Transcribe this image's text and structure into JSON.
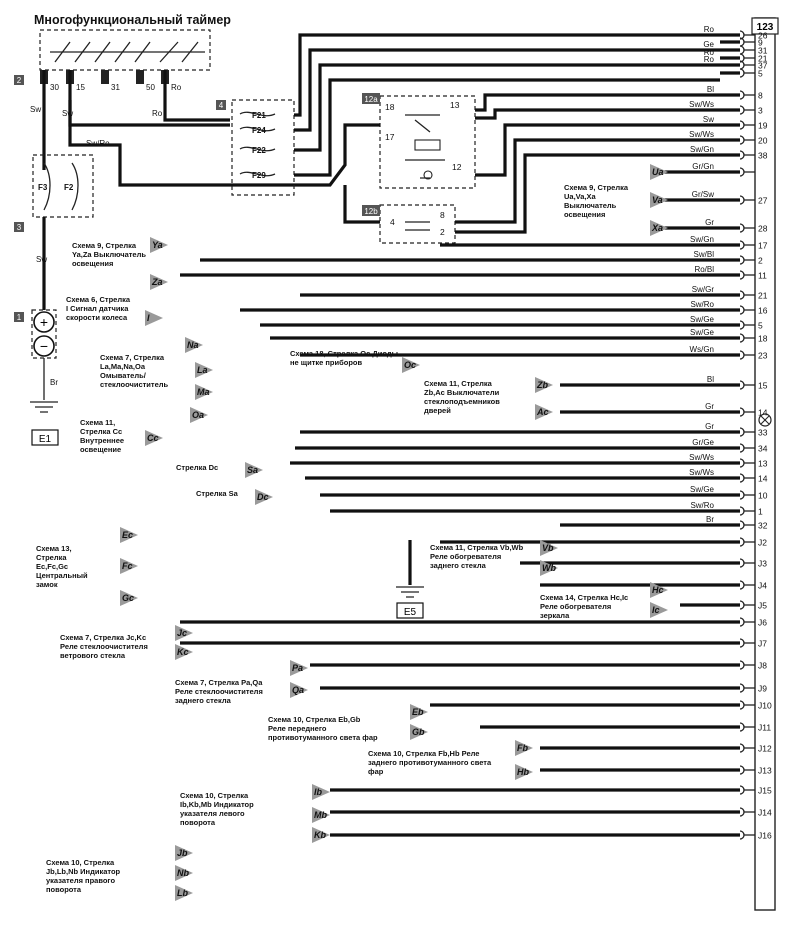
{
  "title": "Многофункциональный таймер",
  "connector_id": "123",
  "timer_terminals": [
    "30",
    "15",
    "31",
    "50",
    "Ro"
  ],
  "fuses": [
    "F21",
    "F24",
    "F22",
    "F29",
    "F3",
    "F2"
  ],
  "relay_top": {
    "id": "12a",
    "pins": [
      "18",
      "13",
      "17",
      "12"
    ]
  },
  "relay_bottom": {
    "id": "12b",
    "pins": [
      "4",
      "8",
      "2"
    ]
  },
  "blocks": [
    "2",
    "4",
    "3",
    "1"
  ],
  "grounds": [
    "E1",
    "E5"
  ],
  "battery_wire": "Br",
  "left_wires": {
    "sw1": "Sw",
    "sw2": "Sw",
    "swro": "Sw/Ro",
    "sw3": "Sw",
    "ro": "Ro"
  },
  "wires": [
    {
      "color": "Ro",
      "pin": "26"
    },
    {
      "color": "",
      "pin": "9"
    },
    {
      "color": "Ge",
      "pin": "31"
    },
    {
      "color": "Ro",
      "pin": "21"
    },
    {
      "color": "Ro",
      "pin": "37"
    },
    {
      "color": "",
      "pin": "5"
    },
    {
      "color": "Bl",
      "pin": "8"
    },
    {
      "color": "Sw/Ws",
      "pin": "3"
    },
    {
      "color": "Sw",
      "pin": "19"
    },
    {
      "color": "Sw/Ws",
      "pin": "20"
    },
    {
      "color": "Sw/Gn",
      "pin": "38"
    },
    {
      "color": "Gr/Gn",
      "pin": ""
    },
    {
      "color": "Gr/Sw",
      "pin": "27"
    },
    {
      "color": "Gr",
      "pin": "28"
    },
    {
      "color": "Sw/Gn",
      "pin": "17"
    },
    {
      "color": "Sw/Bl",
      "pin": "2"
    },
    {
      "color": "Ro/Bl",
      "pin": "11"
    },
    {
      "color": "Sw/Gr",
      "pin": "21"
    },
    {
      "color": "Sw/Ro",
      "pin": "16"
    },
    {
      "color": "Sw/Ge",
      "pin": "5"
    },
    {
      "color": "Sw/Ge",
      "pin": "18"
    },
    {
      "color": "Ws/Gn",
      "pin": "23"
    },
    {
      "color": "Bl",
      "pin": "15"
    },
    {
      "color": "Gr",
      "pin": "14"
    },
    {
      "color": "Gr",
      "pin": "33"
    },
    {
      "color": "Gr/Ge",
      "pin": "34"
    },
    {
      "color": "Sw/Ws",
      "pin": "13"
    },
    {
      "color": "Sw/Ws",
      "pin": "14"
    },
    {
      "color": "Sw/Ge",
      "pin": "10"
    },
    {
      "color": "Sw/Ro",
      "pin": "1"
    },
    {
      "color": "Br",
      "pin": "32"
    },
    {
      "color": "",
      "pin": "J2"
    },
    {
      "color": "",
      "pin": "J3"
    },
    {
      "color": "",
      "pin": "J4"
    },
    {
      "color": "",
      "pin": "J5"
    },
    {
      "color": "",
      "pin": "J6"
    },
    {
      "color": "",
      "pin": "J7"
    },
    {
      "color": "",
      "pin": "J8"
    },
    {
      "color": "",
      "pin": "J9"
    },
    {
      "color": "",
      "pin": "J10"
    },
    {
      "color": "",
      "pin": "J11"
    },
    {
      "color": "",
      "pin": "J12"
    },
    {
      "color": "",
      "pin": "J13"
    },
    {
      "color": "",
      "pin": "J15"
    },
    {
      "color": "",
      "pin": "J14"
    },
    {
      "color": "",
      "pin": "J16"
    }
  ],
  "captions": {
    "ua": "Схема 9, Стрелка Ua,Va,Xa Выключатель освещения",
    "ya": "Схема 9, Стрелка Ya,Za Выключатель освещения",
    "i": "Схема 6, Стрелка I Сигнал датчика скорости колеса",
    "la": "Схема 7, Стрелка La,Ma,Na,Oa Омыватель/ стеклоочиститель",
    "oc": "Схема 18, Стрелка Oc Диоды не щитке приборов",
    "zb": "Схема 11, Стрелка Zb,Ac Выключатели стеклоподъемников дверей",
    "cc": "Схема 11, Стрелка Cc Внутреннее освещение",
    "dc": "Стрелка Dc",
    "sa": "Стрелка Sa",
    "ec": "Схема 13, Стрелка Ec,Fc,Gc Центральный замок",
    "vb": "Схема 11, Стрелка Vb,Wb Реле обогревателя заднего стекла",
    "hc": "Схема 14, Стрелка Hc,Ic Реле обогревателя зеркала",
    "jc": "Схема 7, Стрелка Jc,Kc Реле стеклоочистителя ветрового стекла",
    "pa": "Схема 7, Стрелка Pa,Qa Реле стеклоочистителя заднего стекла",
    "eb": "Схема 10, Стрелка Eb,Gb Реле переднего противотуманного света фар",
    "fb": "Схема 10, Стрелка Fb,Hb Реле заднего противотуманного света фар",
    "ib": "Схема 10, Стрелка Ib,Kb,Mb Индикатор указателя левого поворота",
    "jb": "Схема 10, Стрелка Jb,Lb,Nb Индикатор указателя правого поворота"
  },
  "arrows": [
    "Ua",
    "Va",
    "Xa",
    "Ya",
    "Za",
    "I",
    "Na",
    "La",
    "Ma",
    "Oa",
    "Oc",
    "Zb",
    "Ac",
    "Cc",
    "Sa",
    "Dc",
    "Ec",
    "Fc",
    "Gc",
    "Vb",
    "Wb",
    "Hc",
    "Ic",
    "Jc",
    "Kc",
    "Pa",
    "Qa",
    "Eb",
    "Gb",
    "Fb",
    "Hb",
    "Ib",
    "Mb",
    "Kb",
    "Jb",
    "Nb",
    "Lb"
  ]
}
